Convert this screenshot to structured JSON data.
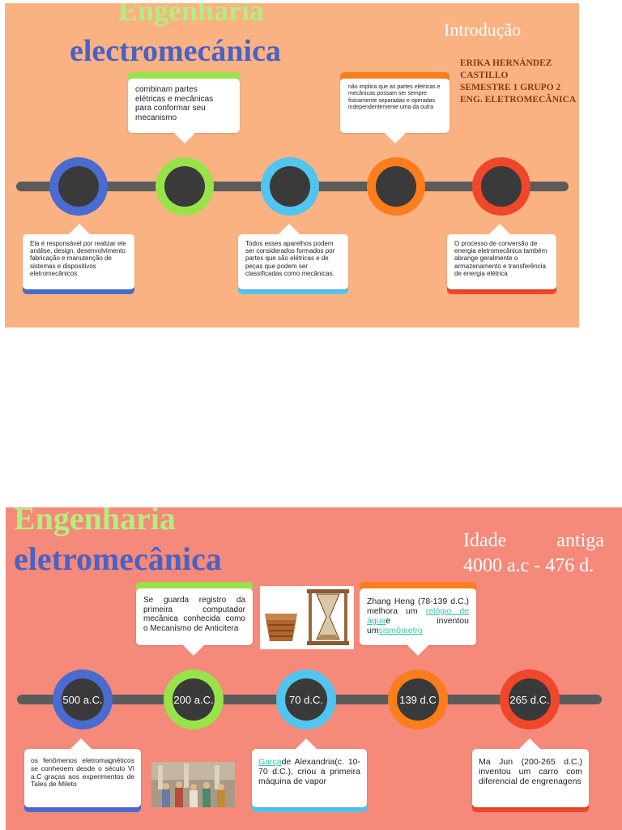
{
  "colors": {
    "blue": "#4a6bd0",
    "green": "#98e34a",
    "sky": "#52c4f0",
    "orange": "#fc7d1c",
    "red": "#f0462a",
    "slide1_bg": "#fbb283",
    "slide2_bg": "#f5897a"
  },
  "slide1": {
    "title_line1": "Engenharia",
    "title_line2": "electromecánica",
    "intro": "Introdução",
    "author": [
      "ERIKA HERNÁNDEZ CASTILLO",
      "SEMESTRE 1 GRUPO 2",
      "ENG. ELETROMECÂNICA"
    ],
    "cards_top": [
      {
        "text": "combinam partes elétricas e mecânicas para conformar seu mecanismo"
      },
      {
        "text": "não implica que as partes elétricas e mecânicas possam ser sempre fisicamente separadas e operadas independentemente uma da outra"
      }
    ],
    "cards_bottom": [
      {
        "text": "Ela é responsável por realizar ele análise, design, desenvolvimento fabricação e manutenção de sistemas e dispositivos eletromecânicos"
      },
      {
        "text": "Todos esses aparelhos podem ser considerados formados por partes que são elétricas e de peças que podem ser classificadas como mecânicas."
      },
      {
        "text": "O processo de conversão de energia eletromecânica também abrange geralmente o armazenamento e transferência de energia elétrica"
      }
    ]
  },
  "slide2": {
    "title_line1": "Engenharia",
    "title_line2": "eletromecânica",
    "period_line1": "Idade antiga",
    "period_line2": "4000 a.c - 476 d.",
    "nodes": [
      {
        "label": "500 a.C."
      },
      {
        "label": "200 a.C."
      },
      {
        "label": "70 d.C."
      },
      {
        "label": "139 d.C"
      },
      {
        "label": "265 d.C."
      }
    ],
    "cards_top": [
      {
        "text": "Se guarda registro da primeira computador mecânica conhecida como o Mecanismo de Anticitera"
      },
      {
        "pre": "Zhang Heng (78-139 d.C.) melhora um ",
        "link1": "relógio de água",
        "mid": "e inventou um",
        "link2": "sismômetro"
      }
    ],
    "cards_bottom": [
      {
        "text": "os fenômenos eletromagnéticos se conheoem desde o século VI a.C graças aos experimentos de Tales de Mileto"
      },
      {
        "link": "Garça",
        "rest": "de Alexandria(c. 10-70 d.C.), criou a primeira máquina de vapor"
      },
      {
        "text": "Ma Jun (200-265 d.C.) inventou um carro com diferencial de engrenagens"
      }
    ]
  }
}
